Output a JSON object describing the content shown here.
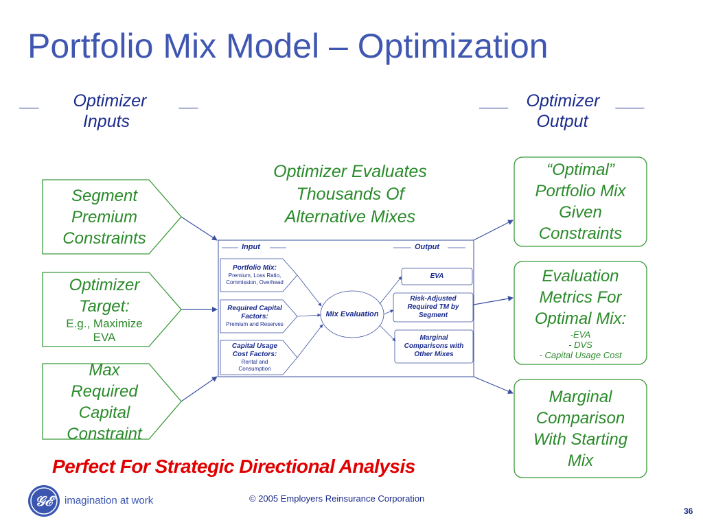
{
  "title": "Portfolio Mix Model – Optimization",
  "inputs_header": {
    "prefix": "__",
    "line1": "Optimizer",
    "line2": "Inputs",
    "suffix": "__"
  },
  "output_header": {
    "prefix": "___",
    "line1": "Optimizer",
    "line2": "Output",
    "suffix": "___"
  },
  "evaluates": {
    "line1": "Optimizer Evaluates",
    "line2": "Thousands Of",
    "line3": "Alternative Mixes"
  },
  "inputs": [
    {
      "lines": [
        "Segment",
        "Premium",
        "Constraints"
      ]
    },
    {
      "lines": [
        "Optimizer",
        "Target:"
      ],
      "sub": [
        "E.g., Maximize",
        "EVA"
      ]
    },
    {
      "lines": [
        "Max",
        "Required",
        "Capital",
        "Constraint"
      ]
    }
  ],
  "outputs": [
    {
      "lines": [
        "“Optimal”",
        "Portfolio Mix",
        "Given",
        "Constraints"
      ]
    },
    {
      "lines": [
        "Evaluation",
        "Metrics For",
        "Optimal Mix:"
      ],
      "sub": [
        "-EVA",
        "- DVS",
        "- Capital Usage Cost"
      ]
    },
    {
      "lines": [
        "Marginal",
        "Comparison",
        "With Starting",
        "Mix"
      ]
    }
  ],
  "inner": {
    "input_label": "Input",
    "output_label": "Output",
    "inputs": [
      {
        "title": "Portfolio Mix",
        "colon": ":",
        "detail": [
          "Premium, Loss Ratio,",
          "Commission, Overhead"
        ]
      },
      {
        "title": "Required Capital Factors",
        "colon": ":",
        "detail": [
          "Premium and Reserves"
        ]
      },
      {
        "title": "Capital Usage Cost Factors",
        "colon": ":",
        "detail": [
          "Rental and",
          "Consumption"
        ]
      }
    ],
    "center": "Mix Evaluation",
    "outputs": [
      {
        "lines": [
          "EVA"
        ]
      },
      {
        "lines": [
          "Risk-Adjusted",
          "Required TM by",
          "Segment"
        ]
      },
      {
        "lines": [
          "Marginal",
          "Comparisons with",
          "Other Mixes"
        ]
      }
    ]
  },
  "tagline": "Perfect For Strategic Directional Analysis",
  "footer": {
    "logo_text": "imagination at work",
    "copyright": "© 2005 Employers Reinsurance Corporation",
    "page": "36"
  },
  "colors": {
    "title": "#3f57b0",
    "navy": "#1a2b8c",
    "green": "#2a8a2a",
    "red": "#e00000",
    "arrow": "#3a4fa0"
  }
}
